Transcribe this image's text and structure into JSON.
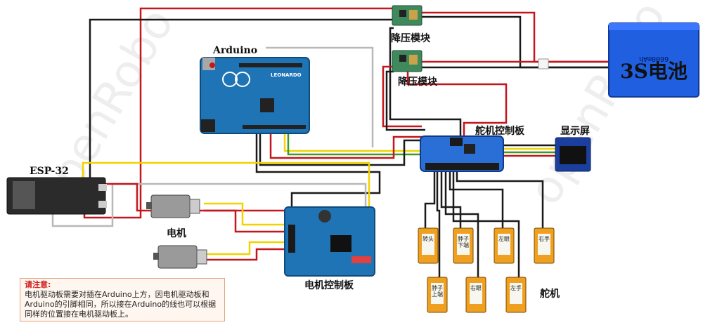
{
  "labels": {
    "arduino": "Arduino",
    "esp32": "ESP-32",
    "buck_top": "降压模块",
    "buck_bottom": "降压模块",
    "servo_board": "舵机控制板",
    "display": "显示屏",
    "motor": "电机",
    "motor_board": "电机控制板",
    "servo": "舵机",
    "battery": "3S电池",
    "battery_capacity": "6600mAh",
    "arduino_brand": "LEONARDO"
  },
  "watermark": "openRobo",
  "note": {
    "title": "请注意:",
    "body": "电机驱动板需要对插在Arduino上方，因电机驱动板和Arduino的引脚相同，所以接在Arduino的线也可以根据同样的位置接在电机驱动板上。"
  },
  "servos": [
    {
      "label": "转头"
    },
    {
      "label": "脖子下端"
    },
    {
      "label": "左眼"
    },
    {
      "label": "右手"
    },
    {
      "label": "脖子上端"
    },
    {
      "label": "右眼"
    },
    {
      "label": "左手"
    }
  ],
  "colors": {
    "wire_red": "#c4161c",
    "wire_black": "#1a1a1a",
    "wire_yellow": "#f2d300",
    "wire_green": "#3a9a2a",
    "wire_gray": "#b8b8b8",
    "board_blue": "#1f74b5",
    "pca_blue": "#2a6fd6",
    "battery_blue": "#1f5fe0",
    "buck_green": "#3f8a5c",
    "servo_orange": "#f0a020"
  }
}
